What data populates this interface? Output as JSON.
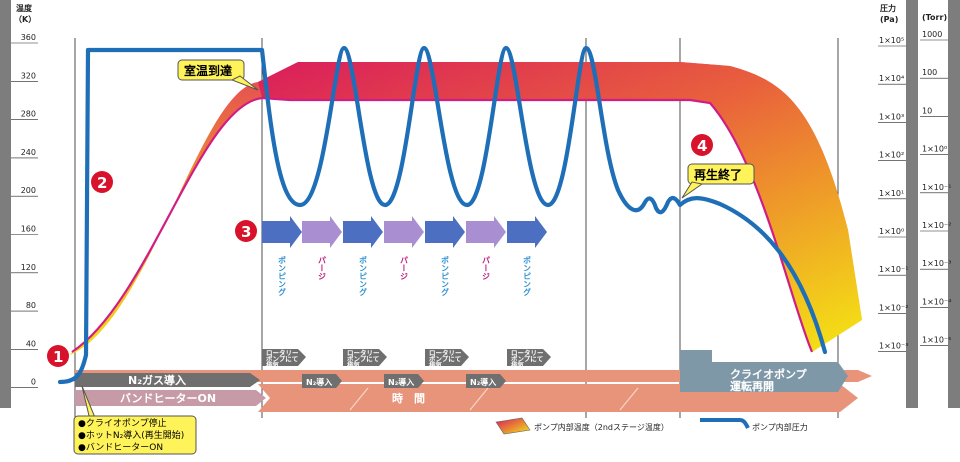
{
  "left_axis": {
    "title_line1": "温度",
    "title_line2": "（K）",
    "ticks": [
      "360",
      "320",
      "280",
      "240",
      "200",
      "160",
      "120",
      "80",
      "40",
      "0"
    ]
  },
  "right_axis_pa": {
    "title_line1": "圧力",
    "title_line2": "(Pa)",
    "ticks": [
      "1×10⁵",
      "1×10⁴",
      "1×10³",
      "1×10²",
      "1×10¹",
      "1×10⁰",
      "1×10⁻¹",
      "1×10⁻²",
      "1×10⁻³"
    ]
  },
  "right_axis_torr": {
    "title": "(Torr)",
    "ticks": [
      "1000",
      "100",
      "10",
      "1×10⁰",
      "1×10⁻¹",
      "1×10⁻²",
      "1×10⁻³",
      "1×10⁻⁴",
      "1×10⁻⁵"
    ]
  },
  "callouts": {
    "room_temp": "室温到達",
    "regen_done": "再生終了"
  },
  "markers": [
    "1",
    "2",
    "3",
    "4"
  ],
  "pump_labels": [
    "ポンピング",
    "パージ",
    "ポンピング",
    "パージ",
    "ポンピング",
    "パージ",
    "ポンピング"
  ],
  "bars": {
    "n2_gas": "N₂ガス導入",
    "band_heater": "バンドヒーターON",
    "time": "時　間",
    "cryo_restart_line1": "クライオポンプ",
    "cryo_restart_line2": "運転再開",
    "n2_intro": [
      "N₂導入",
      "N₂導入",
      "N₂導入"
    ],
    "rotary_line1": "ロータリー",
    "rotary_line2": "ポンプにて",
    "rotary_line3": "排気"
  },
  "note": [
    "●クライオポンプ停止",
    "●ホットN₂導入(再生開始)",
    "●バンドヒーターON"
  ],
  "legend": {
    "temp": "ポンプ内部温度（2ndステージ温度）",
    "pressure": "ポンプ内部圧力"
  },
  "colors": {
    "pressure_line": "#1f6fb8",
    "temp_band_top": "#d9185c",
    "temp_band_bottom": "#f5e812",
    "marker_red": "#d8122a",
    "callout_bg": "#fff35a",
    "bar_salmon": "#e8947a",
    "bar_gray": "#6f6f6f",
    "arrow_blue": "#4d6fc2",
    "arrow_purple": "#a98fd2",
    "pump_text_blue": "#2a8fd0",
    "purge_text_magenta": "#c0197a",
    "cryo_box": "#7f98a8"
  }
}
